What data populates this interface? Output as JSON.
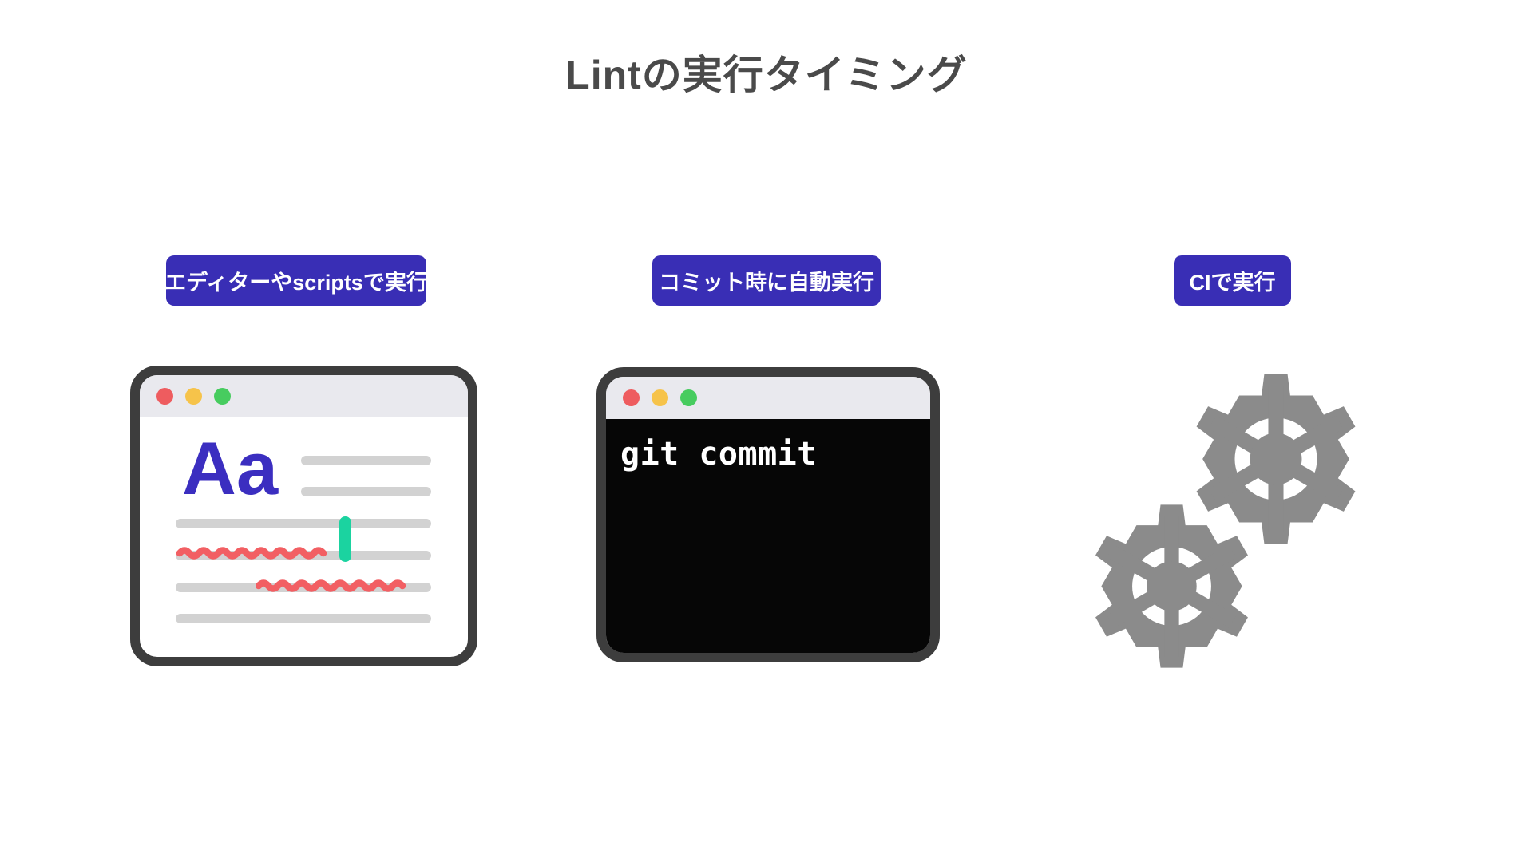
{
  "title": "Lintの実行タイミング",
  "sections": [
    {
      "id": "editor-scripts",
      "label": "エディターやscriptsで実行"
    },
    {
      "id": "pre-commit",
      "label": "コミット時に自動実行"
    },
    {
      "id": "ci",
      "label": "CIで実行"
    }
  ],
  "editor_window": {
    "traffic_lights": [
      "red",
      "yellow",
      "green"
    ],
    "sample_text": "Aa"
  },
  "terminal_window": {
    "traffic_lights": [
      "red",
      "yellow",
      "green"
    ],
    "command": "git commit"
  },
  "icons": {
    "gears": "two gray meshing gear icons representing CI automation",
    "error_squiggle": "red wavy underline marking lint errors",
    "text_caret": "teal text cursor"
  },
  "colors": {
    "accent": "#392eb5",
    "aa-ink": "#3b2ec0",
    "title-ink": "#4a4a4a",
    "win-border": "#3d3d3d",
    "titlebar": "#e9e9ee",
    "dot-red": "#ee5c5f",
    "dot-yellow": "#f6c34a",
    "dot-green": "#47cc5f",
    "bar": "#d2d2d2",
    "squiggle": "#f25f63",
    "caret": "#1bd3a0",
    "gear": "#8b8b8b",
    "terminal-bg": "#060606"
  }
}
